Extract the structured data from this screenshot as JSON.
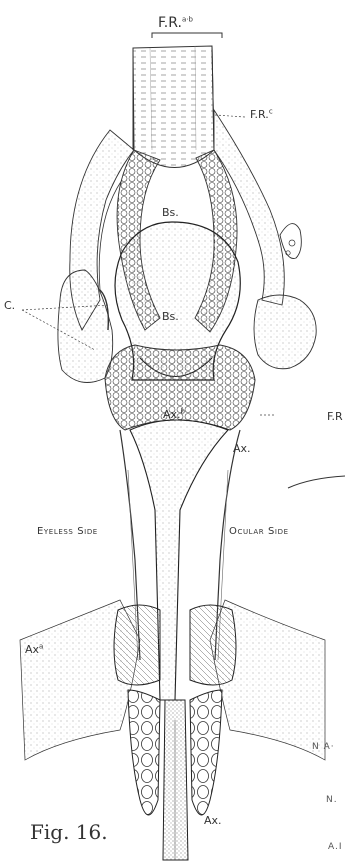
{
  "caption": "Fig. 16.",
  "labels": {
    "fr_ab": "F.R.",
    "fr_ab_sup": "a·b",
    "fr_c": "F.R.",
    "fr_c_sup": "c",
    "bs_top": "Bs.",
    "bs_mid": "Bs.",
    "c": "C.",
    "fr_right": "F.R",
    "axb": "Ax.",
    "axb_sup": "b",
    "ax_right": "Ax.",
    "eyeless_side": "Eyeless Side",
    "ocular_side": "Ocular Side",
    "axa": "Ax",
    "axa_sup": "a",
    "ax_bottom": "Ax."
  },
  "margin_fragments": [
    "N A·",
    "N.",
    "A.I"
  ],
  "colors": {
    "ink": "#2b2b2b",
    "stipple": "#7a7a7a",
    "paper": "#ffffff"
  }
}
